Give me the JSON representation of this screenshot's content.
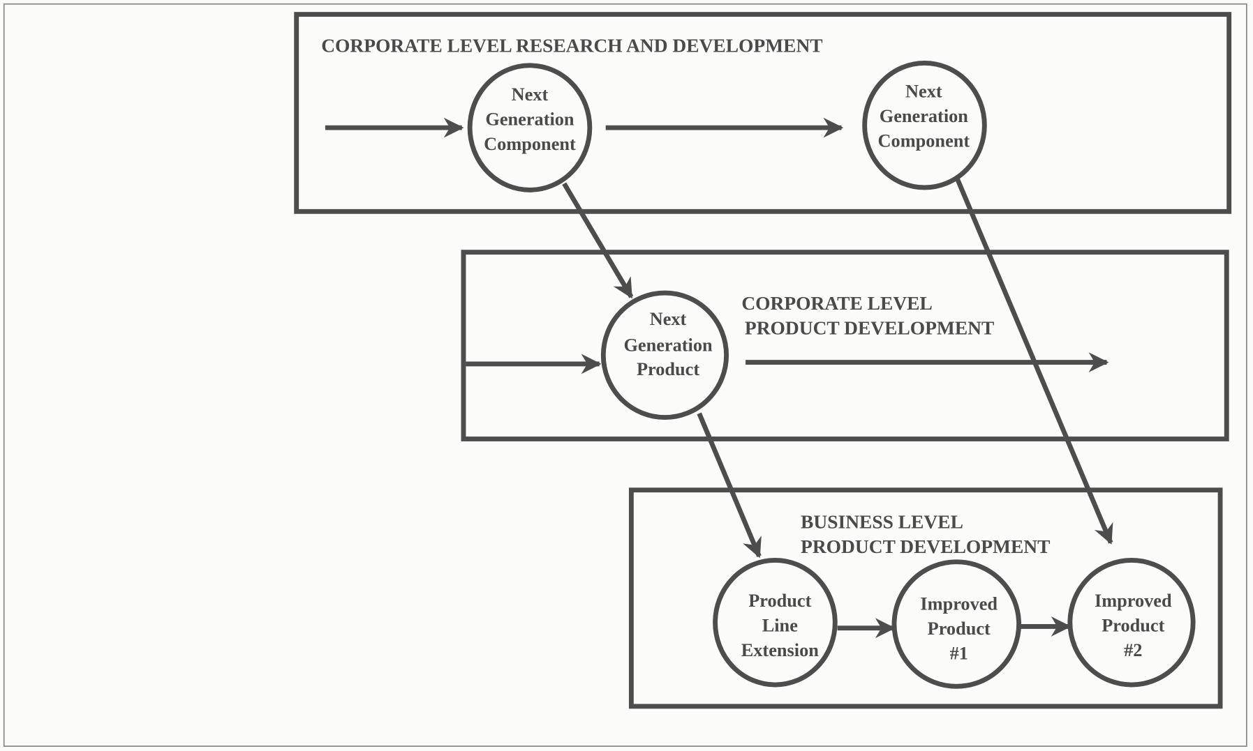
{
  "levels": {
    "research": {
      "title": "CORPORATE LEVEL RESEARCH AND DEVELOPMENT"
    },
    "corporate_product": {
      "title_line1": "CORPORATE LEVEL",
      "title_line2": "PRODUCT DEVELOPMENT"
    },
    "business_product": {
      "title_line1": "BUSINESS LEVEL",
      "title_line2": "PRODUCT DEVELOPMENT"
    }
  },
  "nodes": {
    "component1": [
      "Next",
      "Generation",
      "Component"
    ],
    "component2": [
      "Next",
      "Generation",
      "Component"
    ],
    "product": [
      "Next",
      "Generation",
      "Product"
    ],
    "extension": [
      "Product",
      "Line",
      "Extension"
    ],
    "improved1": [
      "Improved",
      "Product",
      "#1"
    ],
    "improved2": [
      "Improved",
      "Product",
      "#2"
    ]
  },
  "colors": {
    "ink": "#4d4d4d",
    "background": "#fbfbf9"
  }
}
